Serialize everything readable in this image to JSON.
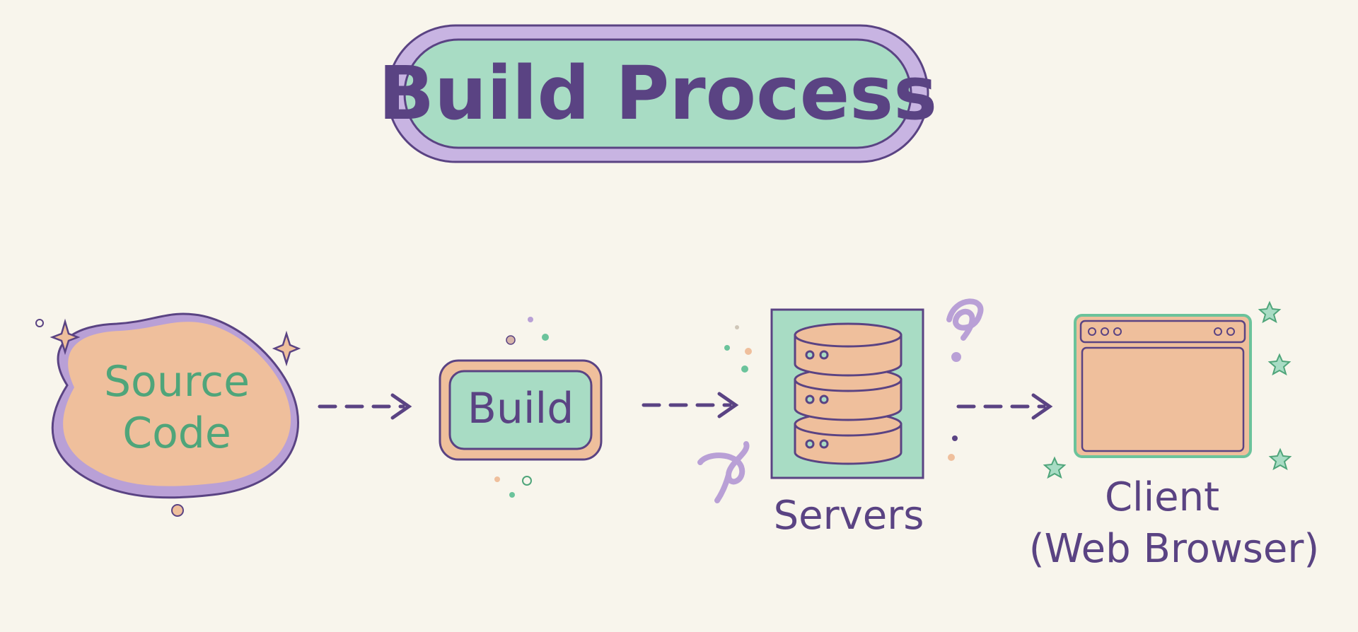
{
  "title": "Build Process",
  "nodes": {
    "source": {
      "line1": "Source",
      "line2": "Code"
    },
    "build": {
      "label": "Build"
    },
    "servers": {
      "label": "Servers"
    },
    "client": {
      "line1": "Client",
      "line2": "(Web Browser)"
    }
  },
  "colors": {
    "background": "#f8f5ec",
    "outline": "#5a4383",
    "lavender": "#b9a0d6",
    "mint": "#a8dcc4",
    "peach": "#efbf9c",
    "mint_text": "#4fa57a",
    "mint_outline": "#6bc39b"
  }
}
